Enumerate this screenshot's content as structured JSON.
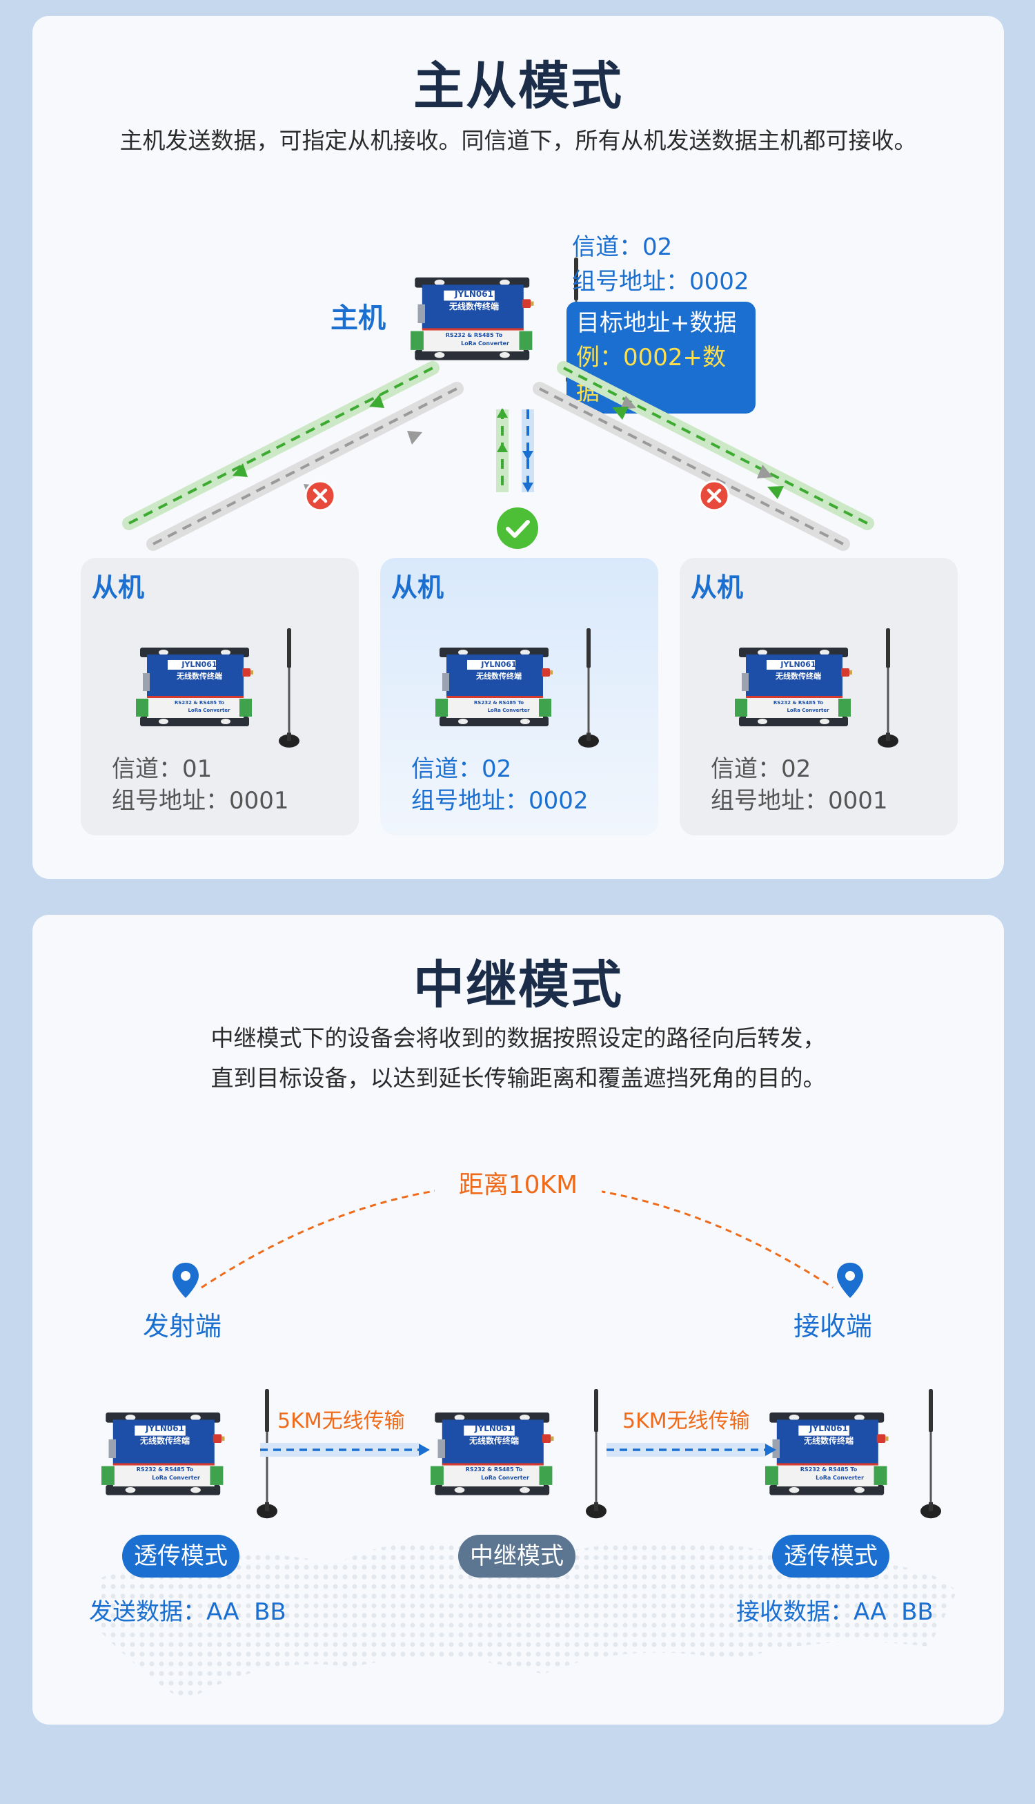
{
  "master_slave": {
    "title": "主从模式",
    "description": "主机发送数据，可指定从机接收。同信道下，所有从机发送数据主机都可接收。",
    "master": {
      "label": "主机",
      "channel": "信道：02",
      "group": "组号地址：0002",
      "bubble_line1": "目标地址+数据",
      "bubble_line2": "例：0002+数据"
    },
    "slaves": [
      {
        "label": "从机",
        "channel": "信道：01",
        "group": "组号地址：0001"
      },
      {
        "label": "从机",
        "channel": "信道：02",
        "group": "组号地址：0002"
      },
      {
        "label": "从机",
        "channel": "信道：02",
        "group": "组号地址：0001"
      }
    ]
  },
  "relay": {
    "title": "中继模式",
    "description_line1": "中继模式下的设备会将收到的数据按照设定的路径向后转发，",
    "description_line2": "直到目标设备，以达到延长传输距离和覆盖遮挡死角的目的。",
    "distance": "距离10KM",
    "sender_label": "发射端",
    "receiver_label": "接收端",
    "link1": "5KM无线传输",
    "link2": "5KM无线传输",
    "modes": [
      "透传模式",
      "中继模式",
      "透传模式"
    ],
    "send_data": "发送数据：AA  BB",
    "recv_data": "接收数据：AA  BB"
  },
  "device": {
    "model": "JYLN061",
    "name": "无线数传终端",
    "line1": "RS232 & RS485 To",
    "line2": "LoRa Converter"
  },
  "colors": {
    "accent": "#1a6fd0",
    "title": "#1b2d49",
    "orange": "#ef6b1a",
    "green_path": "#3daa32",
    "gray_path": "#9a9a9a",
    "error_red": "#e74a3a",
    "ok_green": "#4cbf36"
  },
  "icons": [
    "close-circle-icon",
    "check-circle-icon",
    "location-pin-icon"
  ]
}
